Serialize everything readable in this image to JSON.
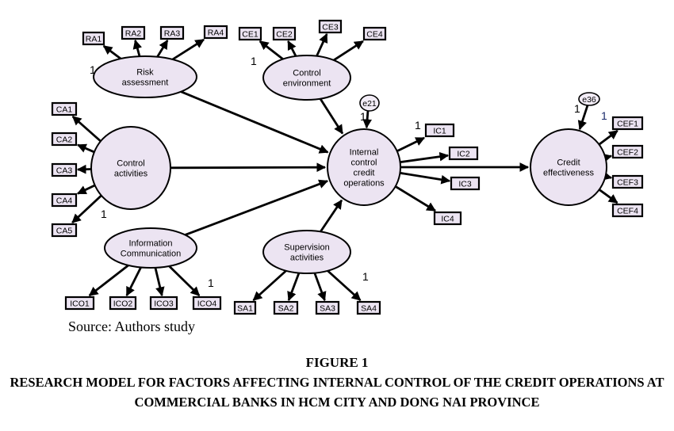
{
  "constructs": {
    "risk": [
      "Risk",
      "assessment"
    ],
    "control_env": [
      "Control",
      "environment"
    ],
    "control_act": [
      "Control",
      "activities"
    ],
    "info_comm": [
      "Information",
      "Communication"
    ],
    "supervision": [
      "Supervision",
      "activities"
    ],
    "icco": [
      "Internal",
      "control",
      "credit",
      "operations"
    ],
    "credit_eff": [
      "Credit",
      "effectiveness"
    ]
  },
  "indicators": {
    "risk": [
      "RA1",
      "RA2",
      "RA3",
      "RA4"
    ],
    "control_env": [
      "CE1",
      "CE2",
      "CE3",
      "CE4"
    ],
    "control_act": [
      "CA1",
      "CA2",
      "CA3",
      "CA4",
      "CA5"
    ],
    "info_comm": [
      "ICO1",
      "ICO2",
      "ICO3",
      "ICO4"
    ],
    "supervision": [
      "SA1",
      "SA2",
      "SA3",
      "SA4"
    ],
    "icco": [
      "IC1",
      "IC2",
      "IC3",
      "IC4"
    ],
    "credit_eff": [
      "CEF1",
      "CEF2",
      "CEF3",
      "CEF4"
    ]
  },
  "errors": {
    "icco": "e21",
    "credit_eff": "e36"
  },
  "fixed_weight": "1",
  "source": "Source: Authors study",
  "figure_number": "FIGURE 1",
  "figure_caption": "RESEARCH MODEL FOR FACTORS AFFECTING INTERNAL CONTROL OF THE CREDIT OPERATIONS AT COMMERCIAL BANKS IN HCM CITY AND DONG NAI PROVINCE"
}
